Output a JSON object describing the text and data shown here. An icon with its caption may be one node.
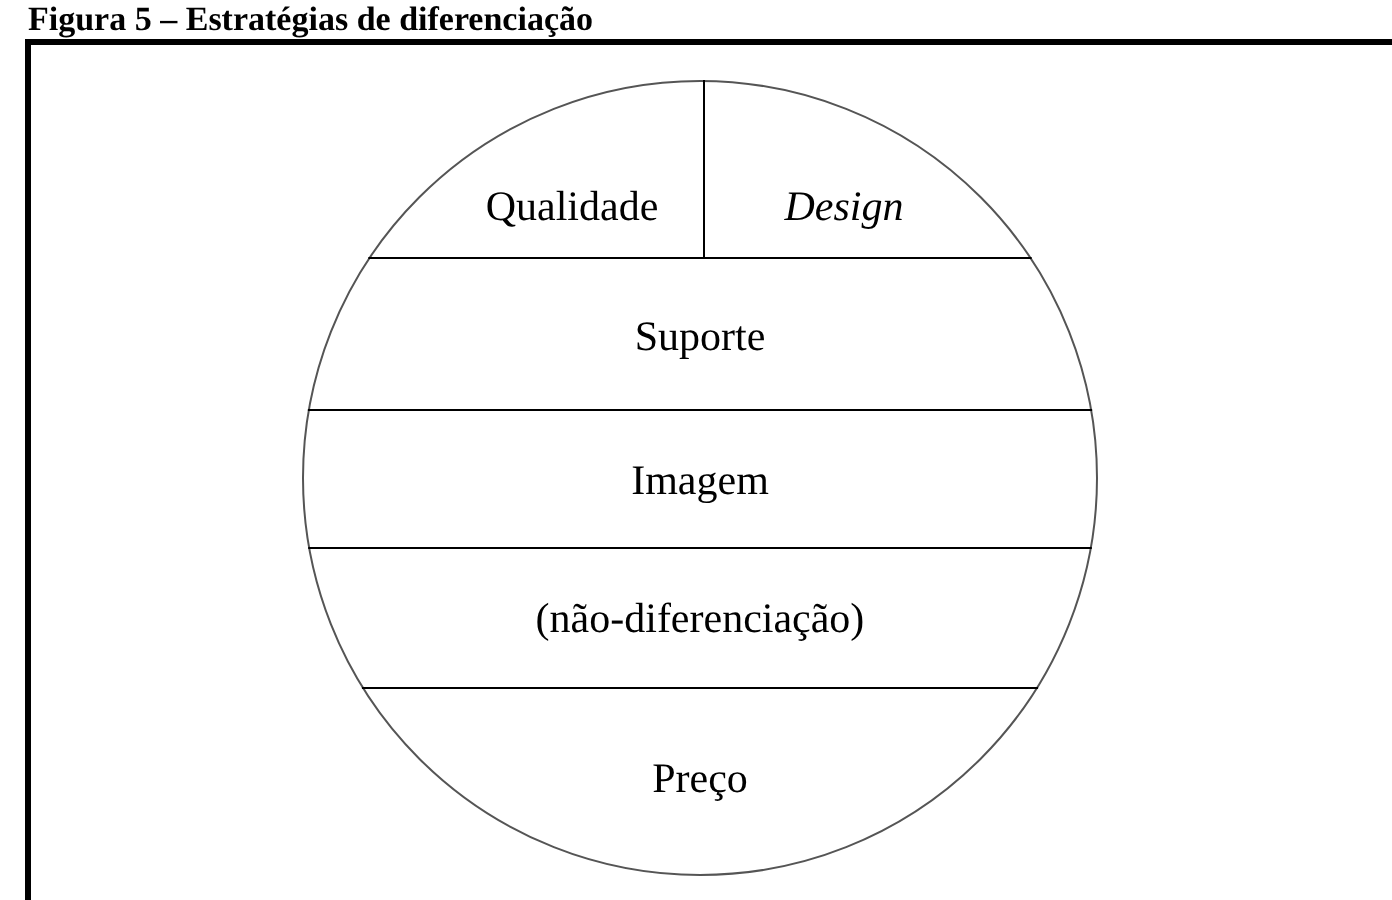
{
  "diagram": {
    "title": "Figura 5 – Estratégias de diferenciação",
    "nodes": [
      {
        "text": [],
        "shape": "circle"
      },
      {
        "text": [
          "Qualidade"
        ],
        "in": 0
      },
      {
        "text": [
          "Design"
        ],
        "in": 0
      },
      {
        "text": [
          "Suporte"
        ],
        "in": 0
      },
      {
        "text": [
          "Imagem"
        ],
        "in": 0
      },
      {
        "text": [
          "(não-diferenciação)"
        ],
        "in": 0
      },
      {
        "text": [
          "Preço"
        ],
        "in": 0
      }
    ]
  }
}
